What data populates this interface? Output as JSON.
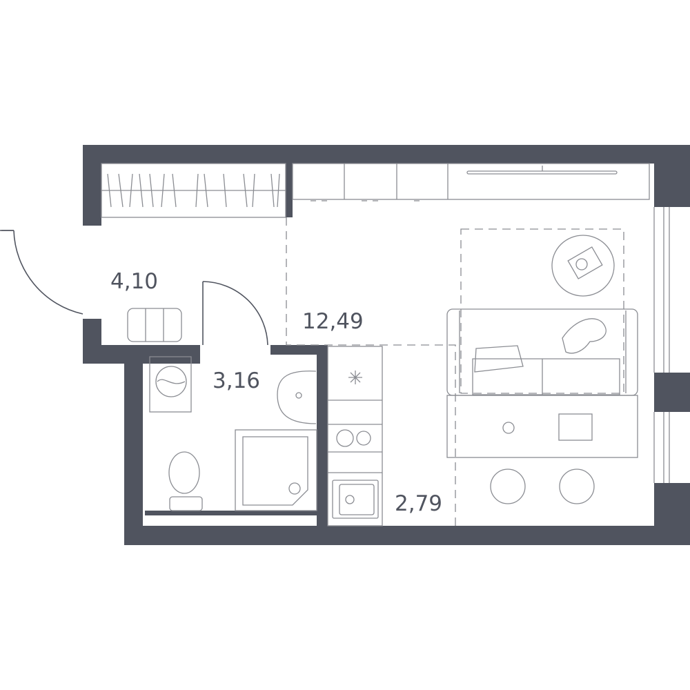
{
  "plan": {
    "wall_color": "#50545f",
    "rooms": [
      {
        "name": "hallway",
        "area": "4,10"
      },
      {
        "name": "living-room",
        "area": "12,49"
      },
      {
        "name": "bathroom",
        "area": "3,16"
      },
      {
        "name": "kitchen",
        "area": "2,79"
      }
    ]
  }
}
